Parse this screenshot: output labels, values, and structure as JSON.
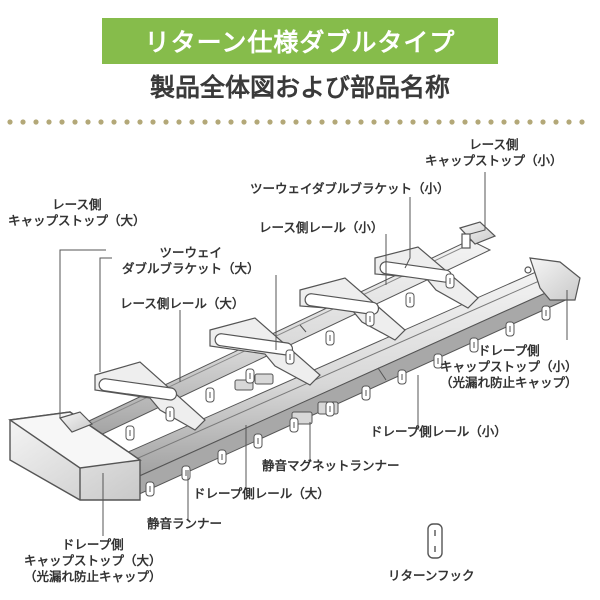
{
  "title": "リターン仕様ダブルタイプ",
  "subtitle": "製品全体図および部品名称",
  "colors": {
    "banner": "#86bc4b",
    "dots": "#b3a878",
    "line": "#555555",
    "rail_dark": "#9a9a9a",
    "rail_light": "#f2f2f2",
    "text": "#333333"
  },
  "labels": {
    "lace_cap_small": [
      "レース側",
      "キャップストップ（小）"
    ],
    "twoway_small": "ツーウェイダブルブラケット（小）",
    "lace_rail_small": "レース側レール（小）",
    "lace_cap_large": [
      "レース側",
      "キャップストップ（大）"
    ],
    "twoway_large": [
      "ツーウェイ",
      "ダブルブラケット（大）"
    ],
    "lace_rail_large": "レース側レール（大）",
    "drape_cap_small": [
      "ドレープ側",
      "キャップストップ（小）",
      "（光漏れ防止キャップ）"
    ],
    "drape_rail_small": "ドレープ側レール（小）",
    "magnet_runner": "静音マグネットランナー",
    "drape_rail_large": "ドレープ側レール（大）",
    "silent_runner": "静音ランナー",
    "drape_cap_large": [
      "ドレープ側",
      "キャップストップ（大）",
      "（光漏れ防止キャップ）"
    ],
    "return_hook": "リターンフック"
  }
}
